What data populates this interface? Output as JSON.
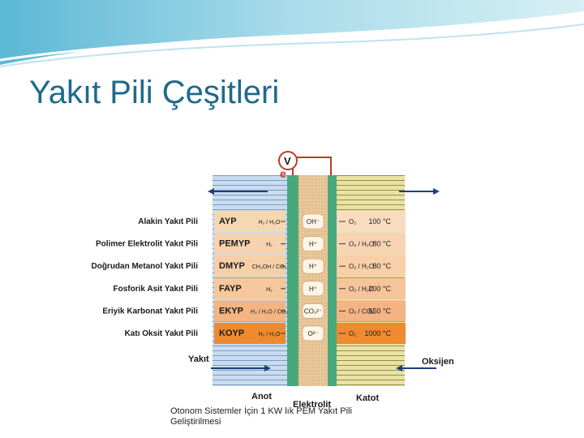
{
  "slide": {
    "title": "Yakıt Pili Çeşitleri",
    "caption": "Otonom Sistemler İçin 1 KW lık PEM Yakıt Pili Geliştirilmesi"
  },
  "diagram": {
    "voltmeter": "V",
    "electron": "e",
    "rows": [
      {
        "name": "Alakin Yakıt Pili",
        "abbr": "AYP",
        "fuel": "H₂ / H₂O",
        "ion": "OH⁻",
        "oxidant": "O₂",
        "temp": "100 °C",
        "color": "#f9dcc0",
        "abbr_color": "#f6d7b2"
      },
      {
        "name": "Polimer Elektrolit Yakıt Pili",
        "abbr": "PEMYP",
        "fuel": "H₂",
        "ion": "H⁺",
        "oxidant": "O₂ / H₂O",
        "temp": "80 °C",
        "color": "#f8d3b4",
        "abbr_color": "#f6d3ae"
      },
      {
        "name": "Doğrudan Metanol Yakıt Pili",
        "abbr": "DMYP",
        "fuel": "CH₃OH / CO₂",
        "ion": "H⁺",
        "oxidant": "O₂ / H₂O",
        "temp": "80 °C",
        "color": "#f8cfa8",
        "abbr_color": "#f6cfa8"
      },
      {
        "name": "Fosforik Asit Yakıt Pili",
        "abbr": "FAYP",
        "fuel": "H₂",
        "ion": "H⁺",
        "oxidant": "O₂ / H₂O",
        "temp": "200 °C",
        "color": "#f6c49a",
        "abbr_color": "#f5c79a"
      },
      {
        "name": "Eriyik Karbonat Yakıt Pili",
        "abbr": "EKYP",
        "fuel": "H₂ / H₂O / CO₂",
        "ion": "CO₃²⁻",
        "oxidant": "O₂ / CO₂",
        "temp": "650 °C",
        "color": "#f4b383",
        "abbr_color": "#f3b481"
      },
      {
        "name": "Katı Oksit Yakıt Pili",
        "abbr": "KOYP",
        "fuel": "H₂ / H₂O",
        "ion": "O²⁻",
        "oxidant": "O₂",
        "temp": "1000 °C",
        "color": "#ef8a2f",
        "abbr_color": "#ee8a2e"
      }
    ],
    "yakit": "Yakıt",
    "oksijen": "Oksijen",
    "anot": "Anot",
    "elektrolit": "Elektrolit",
    "katot": "Katot"
  }
}
